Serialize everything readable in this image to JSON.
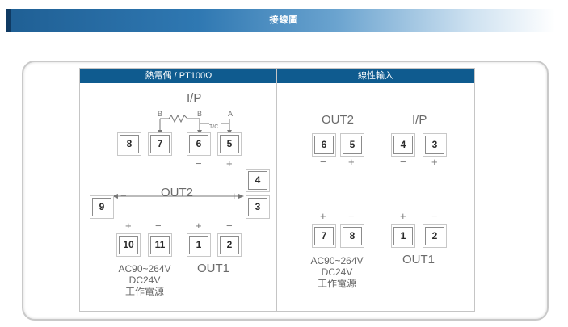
{
  "banner": {
    "title": "接線圖"
  },
  "left_panel": {
    "header": "熱電偶 / PT100Ω",
    "ip_label": "I/P",
    "wire_labels": {
      "b1": "B",
      "b2": "B",
      "a": "A",
      "tc": "T/C"
    },
    "signs_ip": {
      "minus": "−",
      "plus": "+"
    },
    "terminals_top": [
      "8",
      "7",
      "6",
      "5"
    ],
    "terminal_4": "4",
    "terminal_9": "9",
    "terminal_3": "3",
    "out2_label": "OUT2",
    "out2_minus": "−",
    "out2_plus": "+",
    "signs_bottom": [
      "+",
      "−",
      "+",
      "−"
    ],
    "terminals_bottom": [
      "10",
      "11",
      "1",
      "2"
    ],
    "power_lines": [
      "AC90~264V",
      "DC24V",
      "工作電源"
    ],
    "out1_label": "OUT1"
  },
  "right_panel": {
    "header": "線性輸入",
    "out2_label": "OUT2",
    "ip_label": "I/P",
    "terminals_top": [
      "6",
      "5",
      "4",
      "3"
    ],
    "signs_top": [
      "−",
      "+",
      "−",
      "+"
    ],
    "signs_bottom": [
      "+",
      "−",
      "+",
      "−"
    ],
    "terminals_bottom": [
      "7",
      "8",
      "1",
      "2"
    ],
    "power_lines": [
      "AC90~264V",
      "DC24V",
      "工作電源"
    ],
    "out1_label": "OUT1"
  }
}
